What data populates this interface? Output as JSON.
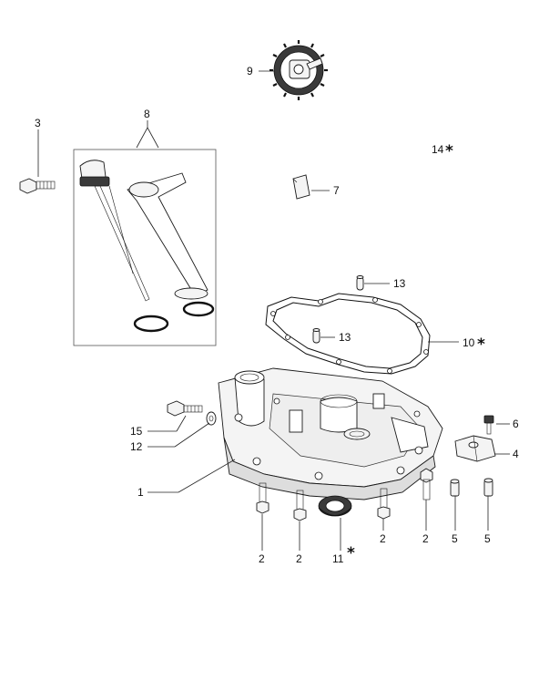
{
  "callouts": {
    "c1": "1",
    "c2a": "2",
    "c2b": "2",
    "c2c": "2",
    "c2d": "2",
    "c3": "3",
    "c4": "4",
    "c5a": "5",
    "c5b": "5",
    "c6": "6",
    "c7": "7",
    "c8": "8",
    "c9": "9",
    "c10": "10",
    "c11": "11",
    "c12": "12",
    "c13a": "13",
    "c13b": "13",
    "c14": "14",
    "c15": "15"
  },
  "marks": {
    "asterisk": "*"
  },
  "colors": {
    "line": "#1a1a1a",
    "background": "#ffffff",
    "part_fill": "#f4f4f4"
  }
}
